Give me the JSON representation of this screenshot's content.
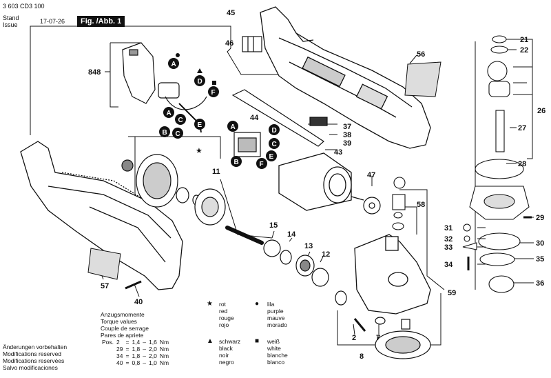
{
  "header": {
    "doc_number": "3 603 CD3 100",
    "stand_label": "Stand",
    "issue_label": "Issue",
    "date": "17-07-26",
    "figure_label": "Fig. /Abb. 1"
  },
  "part_numbers": [
    "45",
    "46",
    "848",
    "56",
    "21",
    "22",
    "26",
    "27",
    "28",
    "37",
    "38",
    "39",
    "44",
    "43",
    "11",
    "47",
    "58",
    "29",
    "31",
    "32",
    "33",
    "30",
    "35",
    "34",
    "36",
    "15",
    "14",
    "13",
    "12",
    "57",
    "40",
    "59",
    "2",
    "7",
    "8"
  ],
  "callouts": [
    "A",
    "D",
    "F",
    "A",
    "C",
    "B",
    "C",
    "E",
    "A",
    "D",
    "C",
    "B",
    "F",
    "E"
  ],
  "legend": {
    "colors": [
      {
        "symbol": "★",
        "words": [
          "rot",
          "red",
          "rouge",
          "rojo"
        ]
      },
      {
        "symbol": "●",
        "words": [
          "lila",
          "purple",
          "mauve",
          "morado"
        ]
      },
      {
        "symbol": "▲",
        "words": [
          "schwarz",
          "black",
          "noir",
          "negro"
        ]
      },
      {
        "symbol": "■",
        "words": [
          "weiß",
          "white",
          "blanche",
          "blanco"
        ]
      }
    ]
  },
  "torque": {
    "title_lines": [
      "Anzugsmomente",
      "Torque values",
      "Couple de serrage",
      "Pares de apriete"
    ],
    "pos_label": "Pos.",
    "rows": [
      {
        "pos": "2",
        "eq": "=",
        "min": "1,4",
        "dash": "–",
        "max": "1,6",
        "unit": "Nm"
      },
      {
        "pos": "29",
        "eq": "=",
        "min": "1,8",
        "dash": "–",
        "max": "2,0",
        "unit": "Nm"
      },
      {
        "pos": "34",
        "eq": "=",
        "min": "1,8",
        "dash": "–",
        "max": "2,0",
        "unit": "Nm"
      },
      {
        "pos": "40",
        "eq": "=",
        "min": "0,8",
        "dash": "–",
        "max": "1,0",
        "unit": "Nm"
      }
    ]
  },
  "modifications": [
    "Änderungen vorbehalten",
    "Modifications reserved",
    "Modifications reservées",
    "Salvo modificaciones"
  ]
}
